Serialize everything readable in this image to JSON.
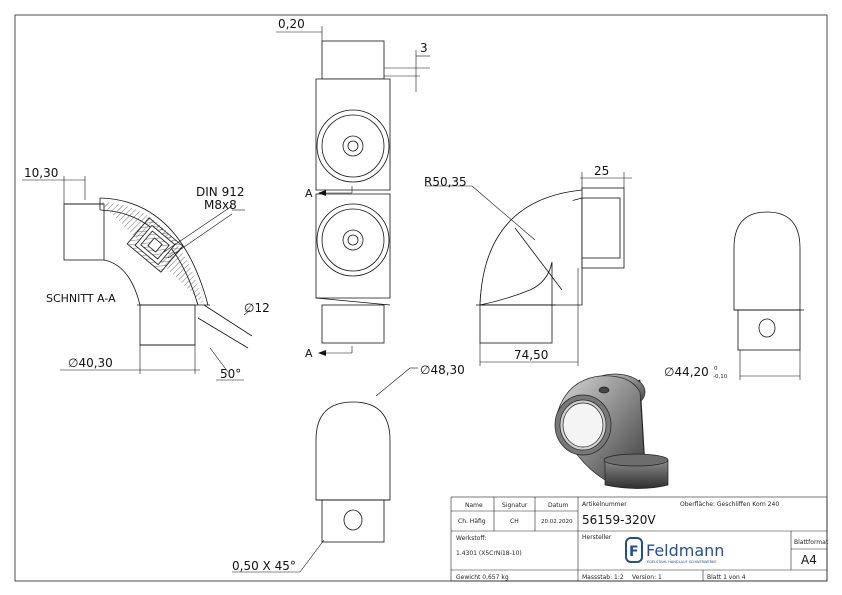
{
  "dimensions": {
    "wall_thickness": "0,20",
    "top_offset": "3",
    "socket_depth": "10,30",
    "screw_label_1": "DIN 912",
    "screw_label_2": "M8x8",
    "section_label": "SCHNITT A-A",
    "hole_dia": "∅12",
    "outer_dia_left": "∅40,30",
    "angle": "50°",
    "radius": "R50,35",
    "socket_width": "25",
    "overall_width": "74,50",
    "dia_right": "∅44,20",
    "tol_upper": "0",
    "tol_lower": "-0,10",
    "dia_bottom": "∅48,30",
    "chamfer": "0,50 X 45°",
    "section_marker_top": "A",
    "section_marker_bottom": "A"
  },
  "title_block": {
    "col_name": "Name",
    "col_signatur": "Signatur",
    "col_datum": "Datum",
    "name_value": "Ch. Häfig",
    "signatur_value": "CH",
    "datum_value": "20.02.2020",
    "artikelnummer_label": "Artikelnummer",
    "artikelnummer_value": "56159-320V",
    "oberflaeche": "Oberfläche:  Geschliffen Korn 240",
    "werkstoff_label": "Werkstoff:",
    "werkstoff_value": "1.4301 (X5CrNi18-10)",
    "hersteller_label": "Hersteller",
    "logo_text": "Feldmann",
    "logo_sub": "EDELSTAHL HANDLAUF SCHWERWERKE",
    "blattformat_label": "Blattformat",
    "blattformat_value": "A4",
    "gewicht": "Gewicht 0,657 kg",
    "massstab": "Massstab: 1:2",
    "version": "Version: 1",
    "blatt": "Blatt 1 von 4"
  }
}
